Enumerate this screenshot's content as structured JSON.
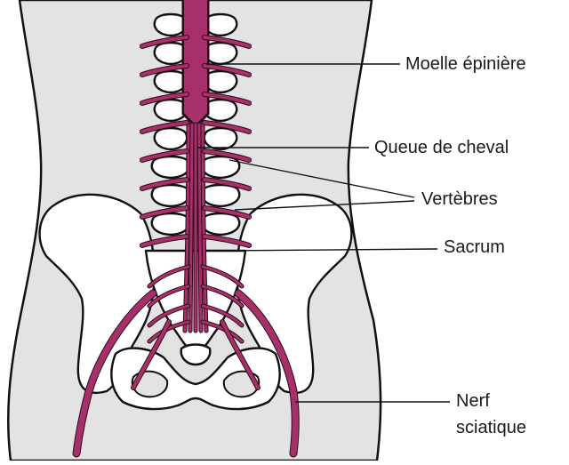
{
  "colors": {
    "body_fill": "#e3e3e3",
    "body_outline": "#111111",
    "bone_fill": "#ffffff",
    "nerve": "#a8306a",
    "nerve_outline": "#2a0b18",
    "label_text": "#1a1a1a"
  },
  "labels": {
    "spinal_cord": "Moelle épinière",
    "cauda_equina": "Queue de cheval",
    "vertebrae": "Vertèbres",
    "sacrum": "Sacrum",
    "sciatic_line1": "Nerf",
    "sciatic_line2": "sciatique"
  }
}
